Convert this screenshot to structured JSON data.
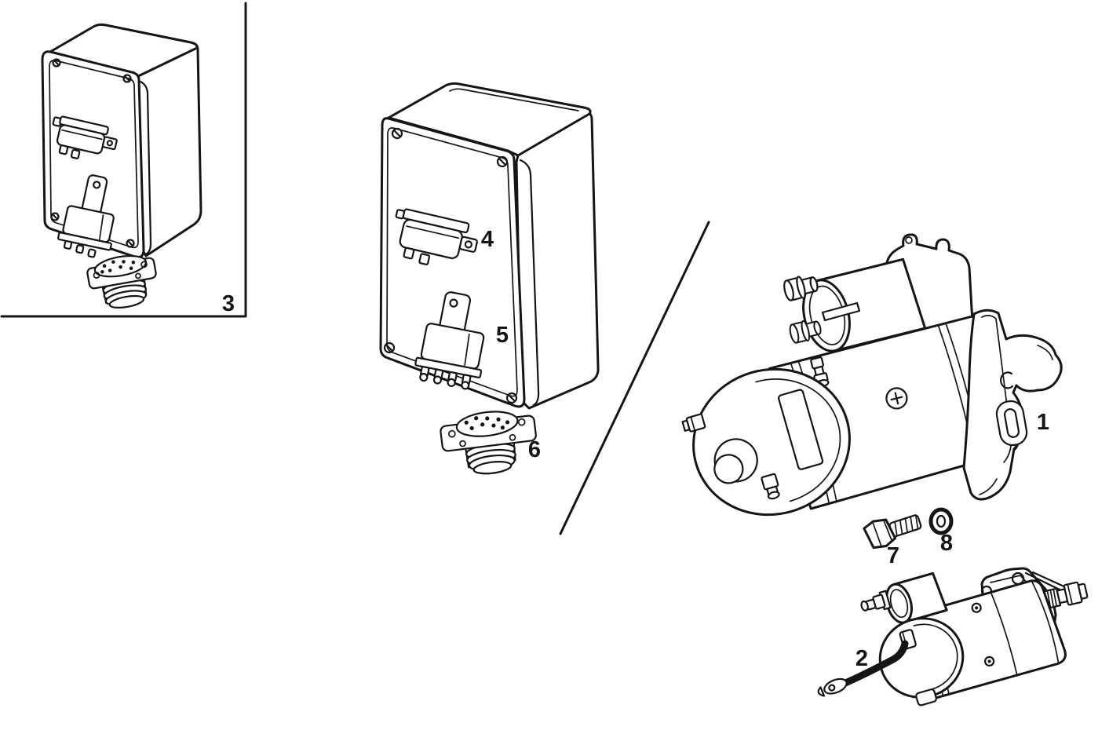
{
  "diagram": {
    "background_color": "#ffffff",
    "ink_color": "#151515",
    "callouts": [
      {
        "label": "1",
        "part": "starter-motor-large"
      },
      {
        "label": "2",
        "part": "starter-motor-small"
      },
      {
        "label": "3",
        "part": "control-unit-variant"
      },
      {
        "label": "4",
        "part": "relay-small"
      },
      {
        "label": "5",
        "part": "relay-large"
      },
      {
        "label": "6",
        "part": "multi-pin-connector"
      },
      {
        "label": "7",
        "part": "hex-bolt"
      },
      {
        "label": "8",
        "part": "washer"
      }
    ]
  }
}
